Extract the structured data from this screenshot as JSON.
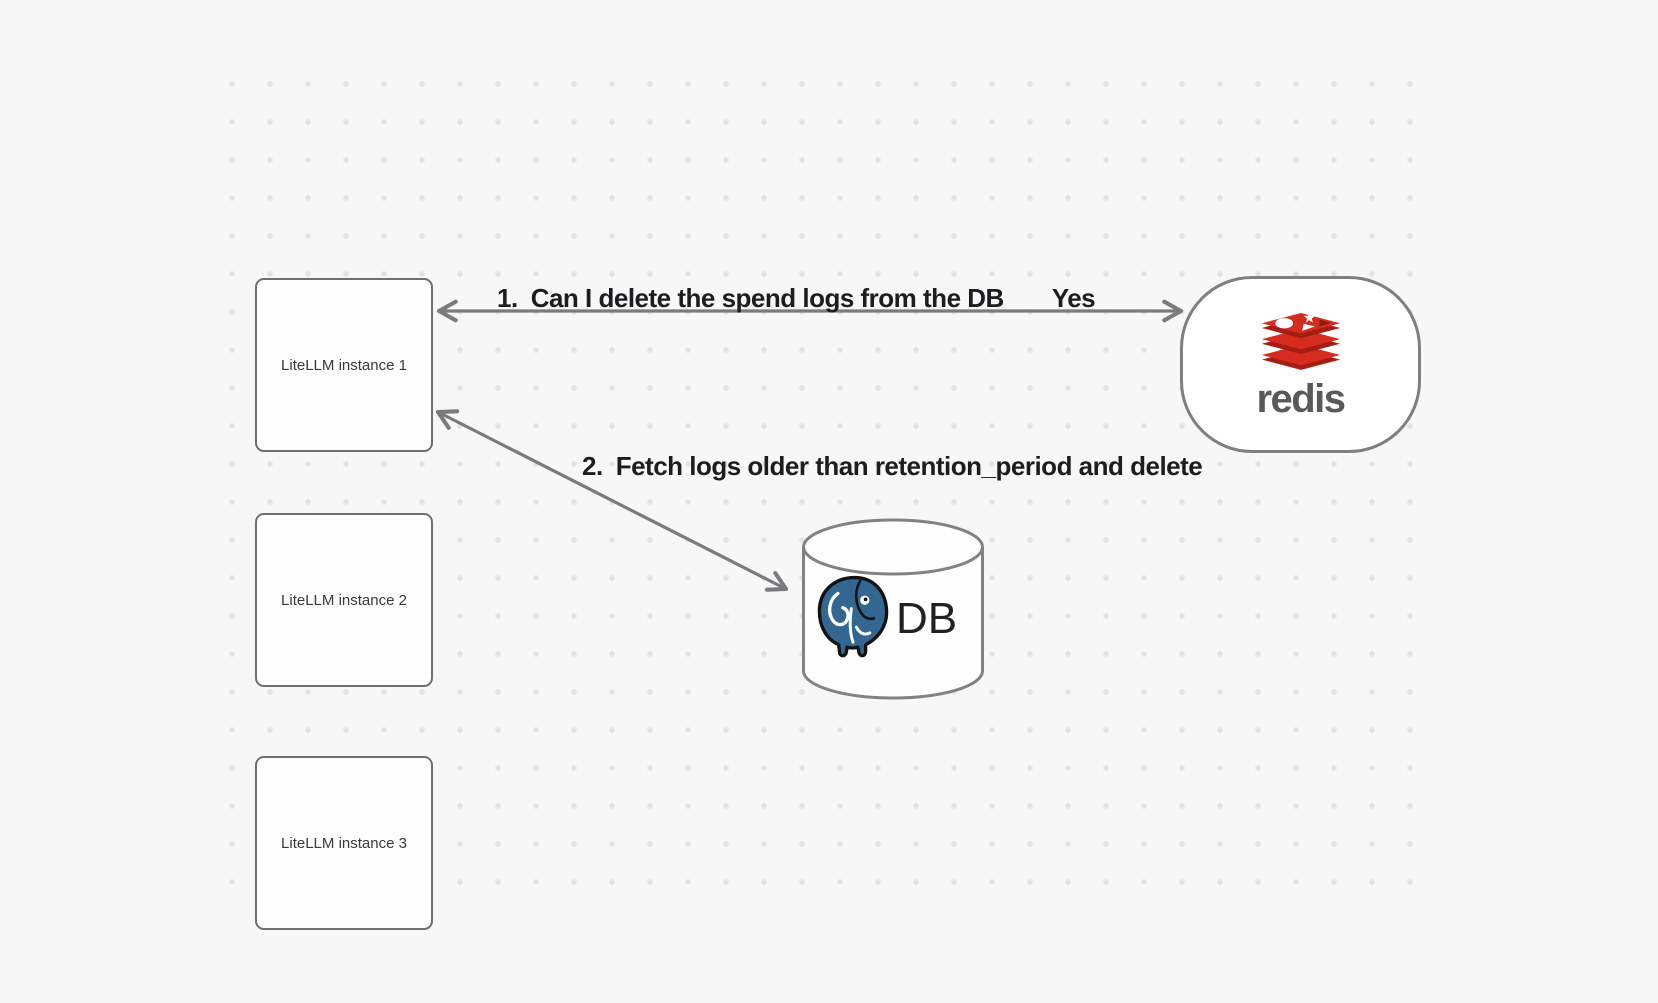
{
  "diagram": {
    "background_color": "#f7f7f8",
    "dot_color": "#e3e3e5",
    "stroke_color": "#7b7b7d"
  },
  "instances": [
    {
      "label": "LiteLLM instance 1"
    },
    {
      "label": "LiteLLM instance 2"
    },
    {
      "label": "LiteLLM instance 3"
    }
  ],
  "redis": {
    "wordmark": "redis",
    "logo_icon": "redis-cube-stack-icon",
    "logo_red": "#d62c20",
    "logo_dark_red": "#a41e11",
    "wordmark_color": "#58595b"
  },
  "database": {
    "label": "DB",
    "logo_icon": "postgresql-elephant-icon",
    "postgres_blue": "#336791"
  },
  "edges": [
    {
      "number": "1.",
      "text": "Can I delete the spend logs from the DB",
      "response": "Yes"
    },
    {
      "number": "2.",
      "text": "Fetch logs older than retention_period and delete"
    }
  ]
}
